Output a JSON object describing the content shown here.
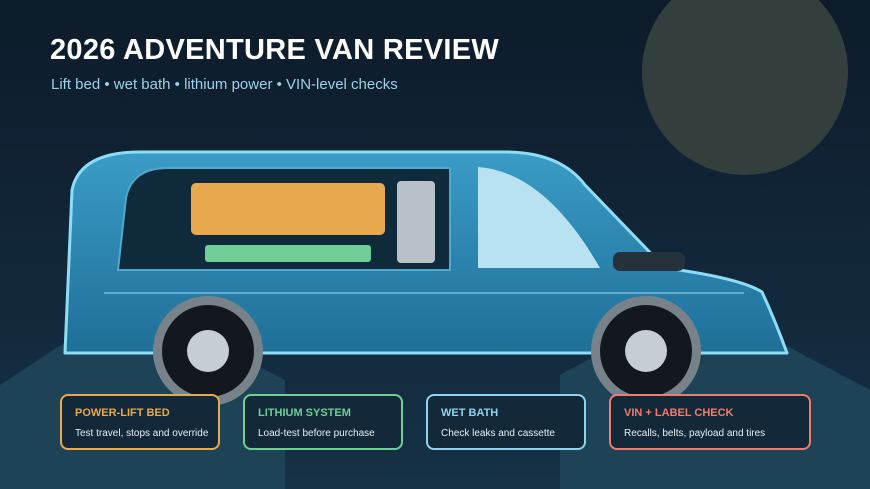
{
  "header": {
    "title": "2026 ADVENTURE VAN REVIEW",
    "subtitle": "Lift bed • wet bath • lithium power • VIN-level checks"
  },
  "colors": {
    "background": "#0d1b2a",
    "moon": "#333f3d",
    "van_body": "#2a86b2",
    "van_outline": "#8fdcf5",
    "bed": "#e8a94e",
    "lithium": "#6fcf97",
    "bath": "#b7c1c7",
    "windshield": "#b8e2f2"
  },
  "features": [
    {
      "title": "POWER-LIFT BED",
      "description": "Test travel, stops and override",
      "color": "#e8a94e"
    },
    {
      "title": "LITHIUM SYSTEM",
      "description": "Load-test before purchase",
      "color": "#6fcf97"
    },
    {
      "title": "WET BATH",
      "description": "Check leaks and cassette",
      "color": "#8fd3ee"
    },
    {
      "title": "VIN + LABEL CHECK",
      "description": "Recalls, belts, payload and tires",
      "color": "#f07b6e"
    }
  ]
}
